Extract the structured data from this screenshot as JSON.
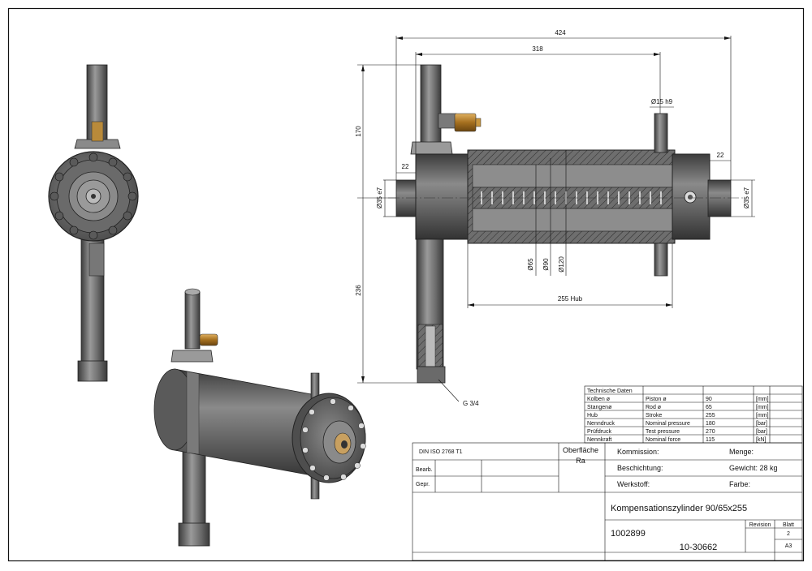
{
  "dimensions": {
    "overall_length": "424",
    "body_length": "318",
    "flange_dia": "Ø15 h9",
    "up_length": "170",
    "down_length": "236",
    "left_stub": "22",
    "right_stub": "22",
    "left_rod": "Ø35 e7",
    "right_rod": "Ø35 e7",
    "rod_dia": "Ø65",
    "piston_dia": "Ø90",
    "tube_dia": "Ø120",
    "stroke": "255 Hub",
    "port": "G 3/4"
  },
  "tech_table": {
    "title": "Technische Daten",
    "rows": [
      [
        "Kolben ø",
        "Piston ø",
        "90",
        "[mm]"
      ],
      [
        "Stangenø",
        "Rod ø",
        "65",
        "[mm]"
      ],
      [
        "Hub",
        "Stroke",
        "255",
        "[mm]"
      ],
      [
        "Nenndruck",
        "Nominal pressure",
        "180",
        "[bar]"
      ],
      [
        "Prüfdruck",
        "Test pressure",
        "270",
        "[bar]"
      ],
      [
        "Nennkraft",
        "Nominal force",
        "115",
        "[kN]"
      ]
    ]
  },
  "title_block": {
    "standard": "DIN ISO 2768 T1",
    "surface_label": "Oberfläche",
    "surface_value": "Ra",
    "bearb": "Bearb.",
    "gepr": "Gepr.",
    "kommission": "Kommission:",
    "menge": "Menge:",
    "beschichtung": "Beschichtung:",
    "gewicht": "Gewicht: 28 kg",
    "werkstoff": "Werkstoff:",
    "farbe": "Farbe:",
    "title": "Kompensationszylinder 90/65x255",
    "part_number": "1002899",
    "drawing_number": "10-30662",
    "revision": "Revision",
    "blatt": "Blatt",
    "blatt_num": "2",
    "size": "A3"
  }
}
